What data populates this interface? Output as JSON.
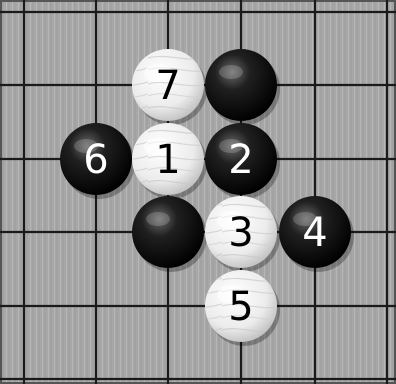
{
  "board": {
    "background_color": "#a9a9a9",
    "grid_color": "#1a1a1a",
    "stone_colors": {
      "black": "#0d0d0d",
      "white": "#f2f2f2"
    },
    "label_colors": {
      "black": "#ffffff",
      "white": "#000000"
    }
  },
  "stones": [
    {
      "col": 2,
      "row": 1,
      "color": "white",
      "label": "7"
    },
    {
      "col": 3,
      "row": 1,
      "color": "black",
      "label": ""
    },
    {
      "col": 1,
      "row": 2,
      "color": "black",
      "label": "6"
    },
    {
      "col": 2,
      "row": 2,
      "color": "white",
      "label": "1"
    },
    {
      "col": 3,
      "row": 2,
      "color": "black",
      "label": "2"
    },
    {
      "col": 2,
      "row": 3,
      "color": "black",
      "label": ""
    },
    {
      "col": 3,
      "row": 3,
      "color": "white",
      "label": "3"
    },
    {
      "col": 4,
      "row": 3,
      "color": "black",
      "label": "4"
    },
    {
      "col": 3,
      "row": 4,
      "color": "white",
      "label": "5"
    }
  ]
}
